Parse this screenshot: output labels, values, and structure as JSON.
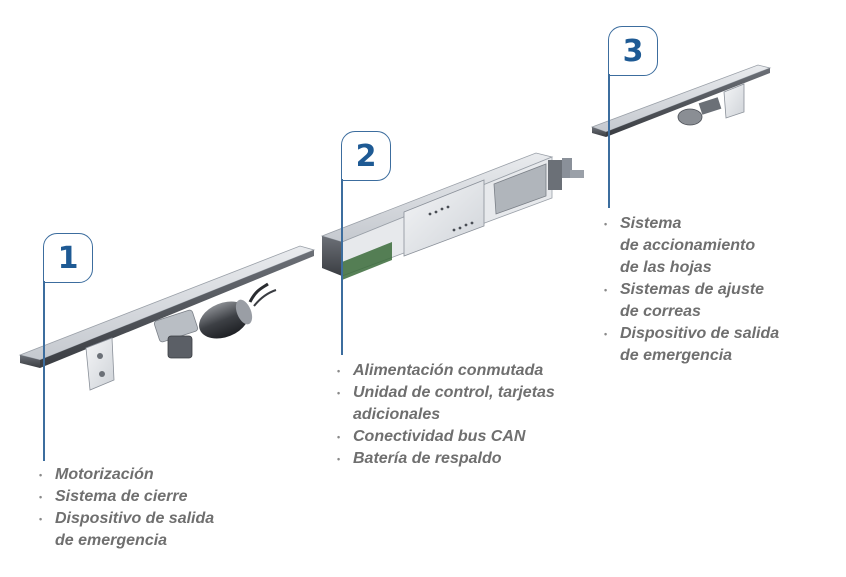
{
  "sections": [
    {
      "number": "1",
      "items": [
        "Motorización",
        "Sistema de cierre",
        "Dispositivo de salida",
        "de emergencia"
      ]
    },
    {
      "number": "2",
      "items": [
        "Alimentación conmutada",
        "Unidad de control, tarjetas",
        "adicionales",
        "Conectividad bus CAN",
        "Batería de respaldo"
      ]
    },
    {
      "number": "3",
      "items": [
        "Sistema",
        "de accionamiento",
        "de las hojas",
        "Sistemas de ajuste",
        "de correas",
        "Dispositivo de salida",
        "de emergencia"
      ]
    }
  ],
  "colors": {
    "accent": "#1e5a94",
    "line": "#3c6d9e",
    "text": "#6f6f6f"
  }
}
